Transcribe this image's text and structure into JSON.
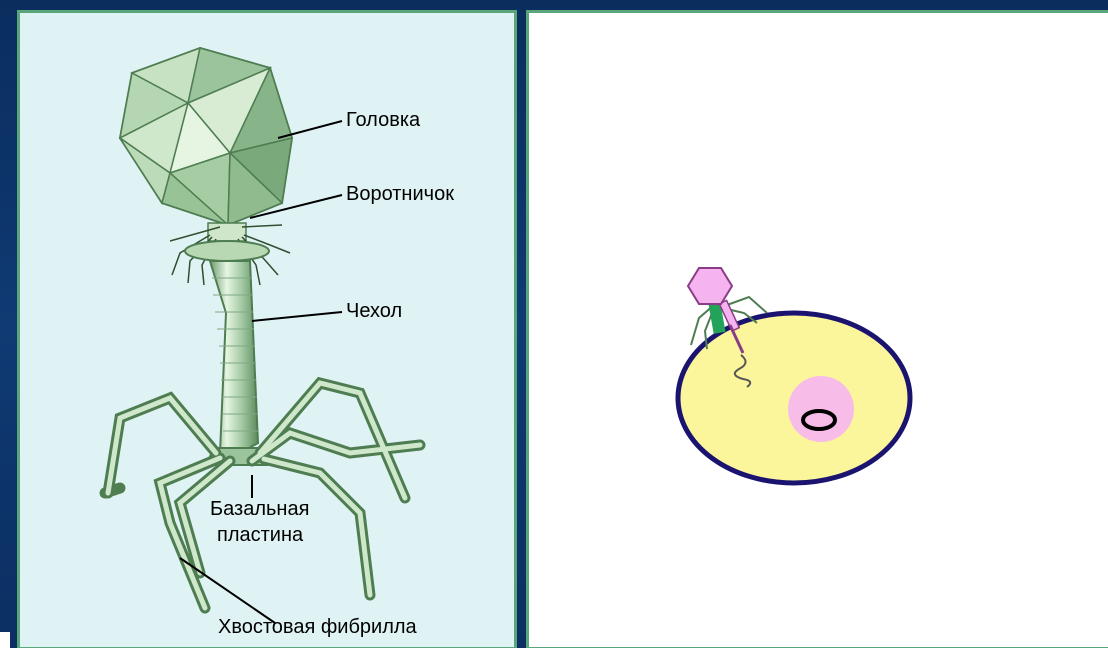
{
  "phage_labels": {
    "head": "Головка",
    "collar": "Воротничок",
    "sheath": "Чехол",
    "base_plate_line1": "Базальная",
    "base_plate_line2": "пластина",
    "tail_fiber": "Хвостовая фибрилла"
  },
  "colors": {
    "background": "#0c3266",
    "left_panel": "#e0f3f4",
    "panel_border": "#5aa57a",
    "phage_green": "#9cc49c",
    "cell_fill": "#fbf59c",
    "cell_border": "#1a1470",
    "nucleus": "#f7bde8",
    "mini_phage_head": "#f5b4f0"
  }
}
